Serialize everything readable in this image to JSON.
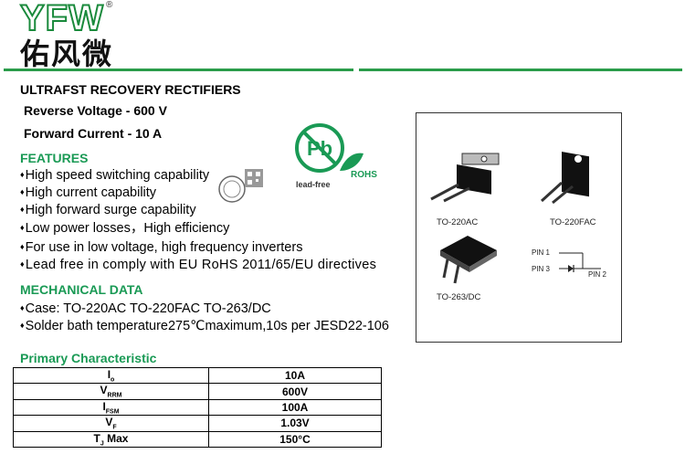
{
  "logo": {
    "latin": "YFW",
    "registered": "®",
    "cjk": "佑风微"
  },
  "title": "ULTRAFST RECOVERY RECTIFIERS",
  "specs": {
    "reverse_voltage": "Reverse Voltage - 600 V",
    "forward_current": "Forward Current - 10 A"
  },
  "rohs": {
    "pb": "Pb",
    "lead_free": "lead-free",
    "rohs": "ROHS"
  },
  "features": {
    "heading": "FEATURES",
    "items": [
      "High speed switching capability",
      "High current capability",
      "High forward surge capability",
      "Low power losses，High efficiency",
      "For use in low voltage, high frequency inverters",
      "Lead free in comply with EU RoHS 2011/65/EU directives"
    ]
  },
  "mechanical": {
    "heading": "MECHANICAL DATA",
    "items": [
      "Case: TO-220AC TO-220FAC TO-263/DC",
      "Solder bath temperature275℃maximum,10s per JESD22-106"
    ]
  },
  "packages": {
    "to220ac": "TO-220AC",
    "to220fac": "TO-220FAC",
    "to263": "TO-263/DC",
    "pin1": "PIN 1",
    "pin3": "PIN 3",
    "pin2": "PIN 2"
  },
  "primary": {
    "heading": "Primary Characteristic",
    "rows": [
      {
        "sym": "I",
        "sub": "o",
        "val": "10A"
      },
      {
        "sym": "V",
        "sub": "RRM",
        "val": "600V"
      },
      {
        "sym": "I",
        "sub": "FSM",
        "val": "100A"
      },
      {
        "sym": "V",
        "sub": "F",
        "val": "1.03V"
      },
      {
        "sym": "T",
        "sub": "J",
        "post": " Max",
        "val": "150°C"
      }
    ]
  },
  "colors": {
    "accent_green": "#1a9a55",
    "rule_green": "#2a9c4a"
  }
}
